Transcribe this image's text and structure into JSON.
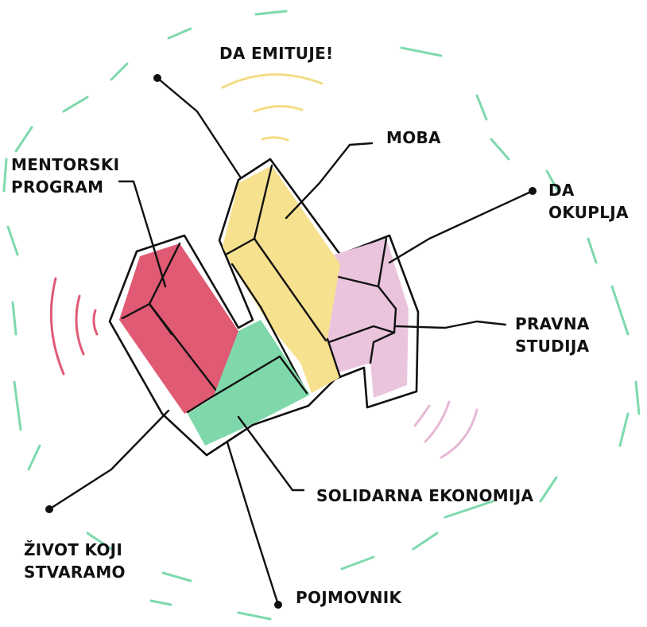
{
  "labels": {
    "emituje": "DA EMITUJE!",
    "moba": "MOBA",
    "mentorski_1": "MENTORSKI",
    "mentorski_2": "PROGRAM",
    "okuplja_1": "DA",
    "okuplja_2": "OKUPLJA",
    "pravna_1": "PRAVNA",
    "pravna_2": "STUDIJA",
    "solidarna": "SOLIDARNA EKONOMIJA",
    "zivot_1": "ŽIVOT KOJI",
    "zivot_2": "STVARAMO",
    "pojmovnik": "POJMOVNIK"
  },
  "colors": {
    "red": "#e05a73",
    "yellow": "#f6e18f",
    "pink": "#eac4dd",
    "green": "#7fd8a9",
    "dash_green": "#7ed9ad",
    "wave_yellow": "#f3dc86",
    "wave_red": "#e05a73",
    "wave_pink": "#e6b8d6"
  }
}
